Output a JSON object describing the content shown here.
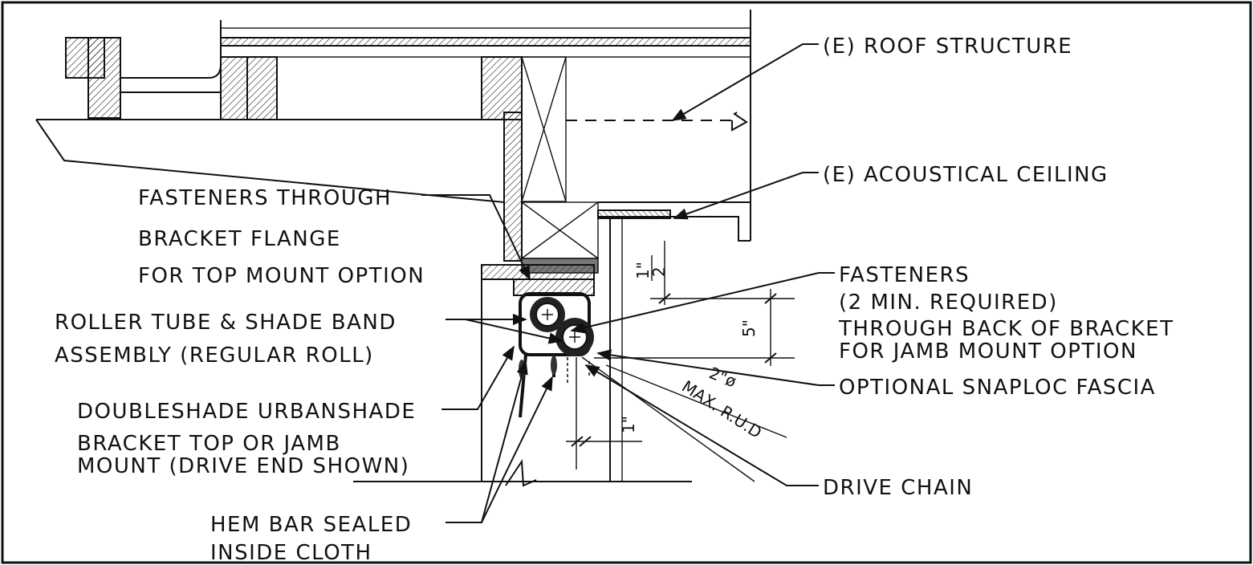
{
  "labels": {
    "roof_structure": "(E) ROOF STRUCTURE",
    "acoustical_ceiling": "(E) ACOUSTICAL CEILING",
    "fasteners_top_1": "FASTENERS THROUGH",
    "fasteners_top_2": "BRACKET FLANGE",
    "fasteners_top_3": "FOR TOP MOUNT OPTION",
    "roller_1": "ROLLER TUBE & SHADE BAND",
    "roller_2": "ASSEMBLY (REGULAR ROLL)",
    "bracket_1": "DOUBLESHADE URBANSHADE",
    "bracket_2": "BRACKET TOP OR JAMB",
    "bracket_3": "MOUNT (DRIVE END SHOWN)",
    "hem_1": "HEM BAR SEALED",
    "hem_2": "INSIDE CLOTH",
    "fasteners_jamb_1": "FASTENERS",
    "fasteners_jamb_2": "(2 MIN. REQUIRED)",
    "fasteners_jamb_3": "THROUGH BACK OF BRACKET",
    "fasteners_jamb_4": "FOR JAMB MOUNT OPTION",
    "snaploc": "OPTIONAL SNAPLOC FASCIA",
    "drive_chain": "DRIVE CHAIN"
  },
  "dimensions": {
    "half_inch_num": "1\"",
    "half_inch_den": "2",
    "five_inch": "5\"",
    "diameter": "2\"ø",
    "max_rud": "MAX. R.U.D",
    "one_inch": "1\""
  }
}
